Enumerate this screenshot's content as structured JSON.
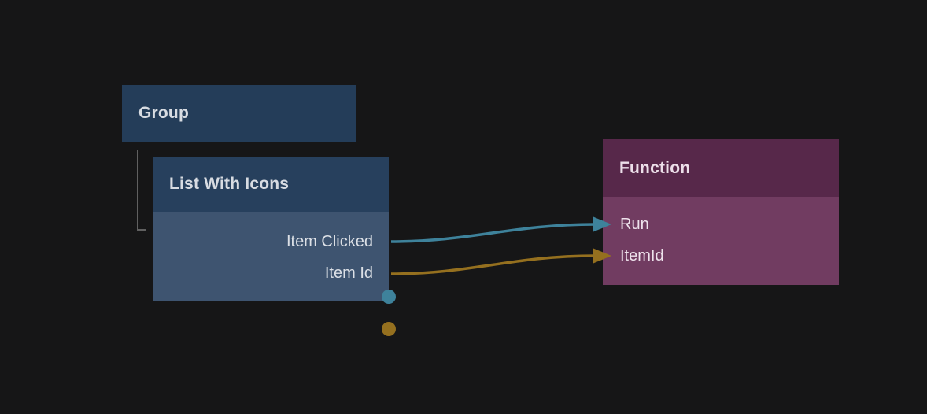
{
  "editor": {
    "background_color": "#161617",
    "tree_guide_color": "#606060"
  },
  "nodes": {
    "group": {
      "title": "Group",
      "header_color": "#243d59",
      "title_color": "#d8dce2"
    },
    "list_with_icons": {
      "title": "List With Icons",
      "header_color": "#27405d",
      "body_color": "#3e5470",
      "title_color": "#d8dce2",
      "label_color": "#dce0e6",
      "outputs": [
        {
          "label": "Item Clicked",
          "color": "#3e829b"
        },
        {
          "label": "Item Id",
          "color": "#95701f"
        }
      ]
    },
    "function": {
      "title": "Function",
      "header_color": "#57284a",
      "body_color": "#713c61",
      "title_color": "#ecdfe9",
      "label_color": "#eee2ec",
      "inputs": [
        {
          "label": "Run",
          "color": "#3e829b"
        },
        {
          "label": "ItemId",
          "color": "#95701f"
        }
      ]
    }
  },
  "connections": [
    {
      "from": "Item Clicked",
      "to": "Run",
      "color": "#3e829b"
    },
    {
      "from": "Item Id",
      "to": "ItemId",
      "color": "#95701f"
    }
  ]
}
